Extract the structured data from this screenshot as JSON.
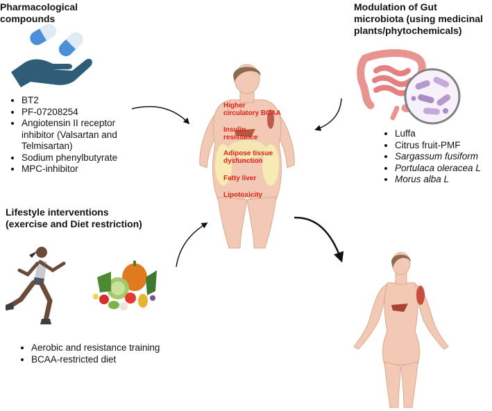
{
  "pharma": {
    "title_line1": "Pharmacological",
    "title_line2": "compounds",
    "items": [
      "BT2",
      " PF-07208254",
      "Angiotensin II receptor inhibitor (Valsartan and Telmisartan)",
      "Sodium phenylbutyrate",
      "MPC-inhibitor"
    ]
  },
  "gut": {
    "title_line1": "Modulation of Gut",
    "title_line2": "microbiota (using medicinal",
    "title_line3": "plants/phytochemicals)",
    "items": [
      "Luffa",
      "Citrus fruit-PMF",
      "Sargassum fusiform",
      "Portulaca oleracea L",
      "Morus alba L"
    ]
  },
  "lifestyle": {
    "title_line1": "Lifestyle interventions",
    "title_line2": "(exercise and Diet restriction)",
    "items": [
      "Aerobic and resistance training",
      "BCAA-restricted diet"
    ]
  },
  "conditions": {
    "c1_line1": "Higher",
    "c1_line2": "circulatory BCAA",
    "c2_line1": "Insulin",
    "c2_line2": "resistance",
    "c3_line1": "Adipose tissue",
    "c3_line2": "dysfunction",
    "c4": "Fatty liver",
    "c5": "Lipotoxicity"
  },
  "colors": {
    "condition_text": "#e32119",
    "skin": "#f1c9b4",
    "hair": "#8b6a4e",
    "hand": "#2f5d78",
    "capsule": "#4a8fd8",
    "intestine": "#e8958f",
    "liver": "#a8432f",
    "muscle": "#c0392b",
    "arrow": "#111111"
  },
  "icons": [
    "pill-hand-icon",
    "intestine-icon",
    "bacteria-icon",
    "runner-icon",
    "vegetables-icon",
    "obese-body-icon",
    "healthy-body-icon"
  ]
}
